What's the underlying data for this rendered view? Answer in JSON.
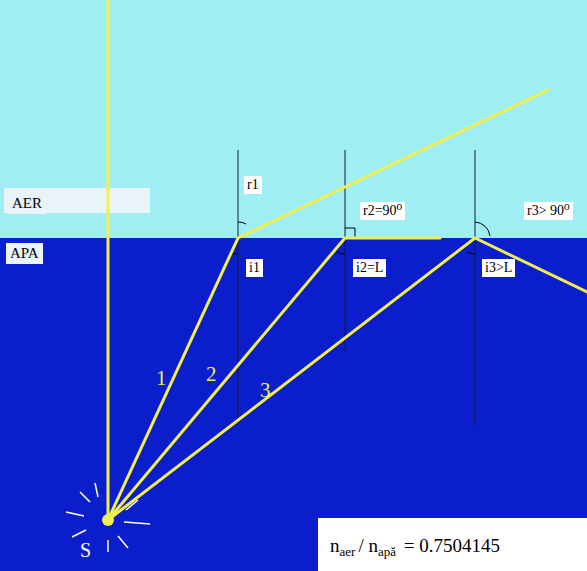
{
  "diagram": {
    "labels": [
      "AER",
      "APA",
      "r1",
      "r2=90⁰",
      "r3> 90⁰",
      "i1",
      "i2=L",
      "i3>L",
      "1",
      "2",
      "3",
      "S",
      "n",
      "aer",
      "/ n",
      "apă",
      "= 0.7504145"
    ]
  }
}
